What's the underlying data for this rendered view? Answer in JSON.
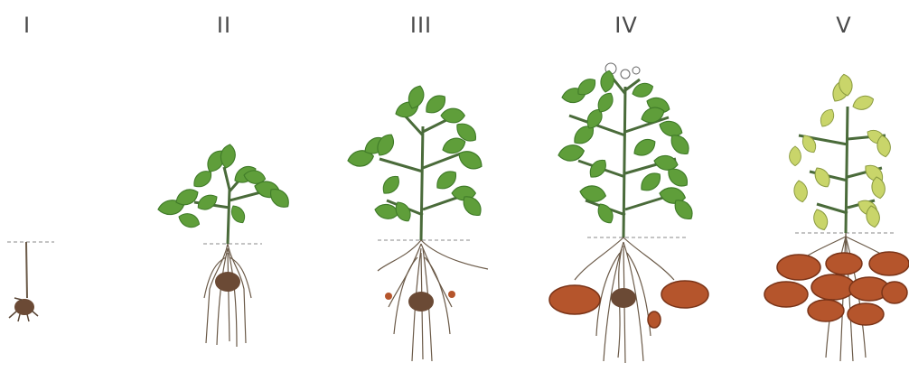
{
  "stages": [
    {
      "label": "I"
    },
    {
      "label": "II"
    },
    {
      "label": "III"
    },
    {
      "label": "IV"
    },
    {
      "label": "V"
    }
  ],
  "colors": {
    "leaf": "#5f9e3a",
    "leaf_dark": "#3f7a28",
    "leaf_senescent": "#c9d56a",
    "stem": "#4a6b3a",
    "root": "#6b5a48",
    "tuber": "#b5552c",
    "tuber_dark": "#7a3418",
    "ground_line": "#888888",
    "flower": "#ffffff"
  }
}
